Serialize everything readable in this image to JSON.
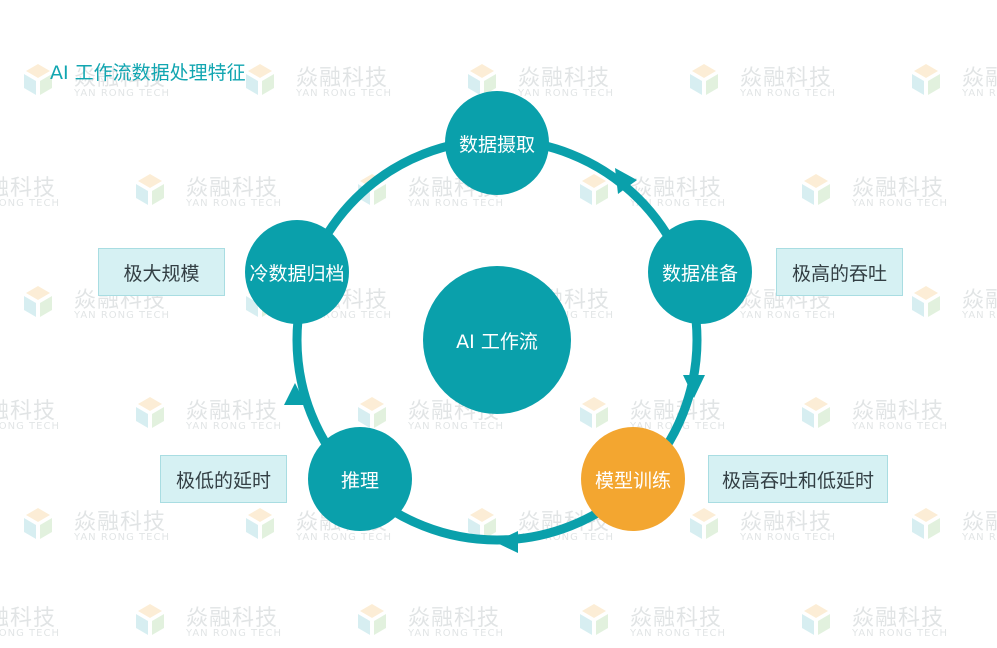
{
  "title": "AI 工作流数据处理特征",
  "watermark": {
    "cn": "焱融科技",
    "en": "YAN RONG TECH"
  },
  "center": {
    "label": "AI 工作流"
  },
  "nodes": [
    {
      "label": "数据摄取",
      "color": "#0aa0ab"
    },
    {
      "label": "数据准备",
      "color": "#0aa0ab"
    },
    {
      "label": "模型训练",
      "color": "#f3a630"
    },
    {
      "label": "推理",
      "color": "#0aa0ab"
    },
    {
      "label": "冷数据归档",
      "color": "#0aa0ab"
    }
  ],
  "tags": {
    "left_top": "极大规模",
    "right_top": "极高的吞吐",
    "left_bottom": "极低的延时",
    "right_bottom": "极高吞吐和低延时"
  },
  "colors": {
    "accent": "#0aa0ab",
    "highlight": "#f3a630",
    "tag_bg": "#d6f1f3"
  }
}
